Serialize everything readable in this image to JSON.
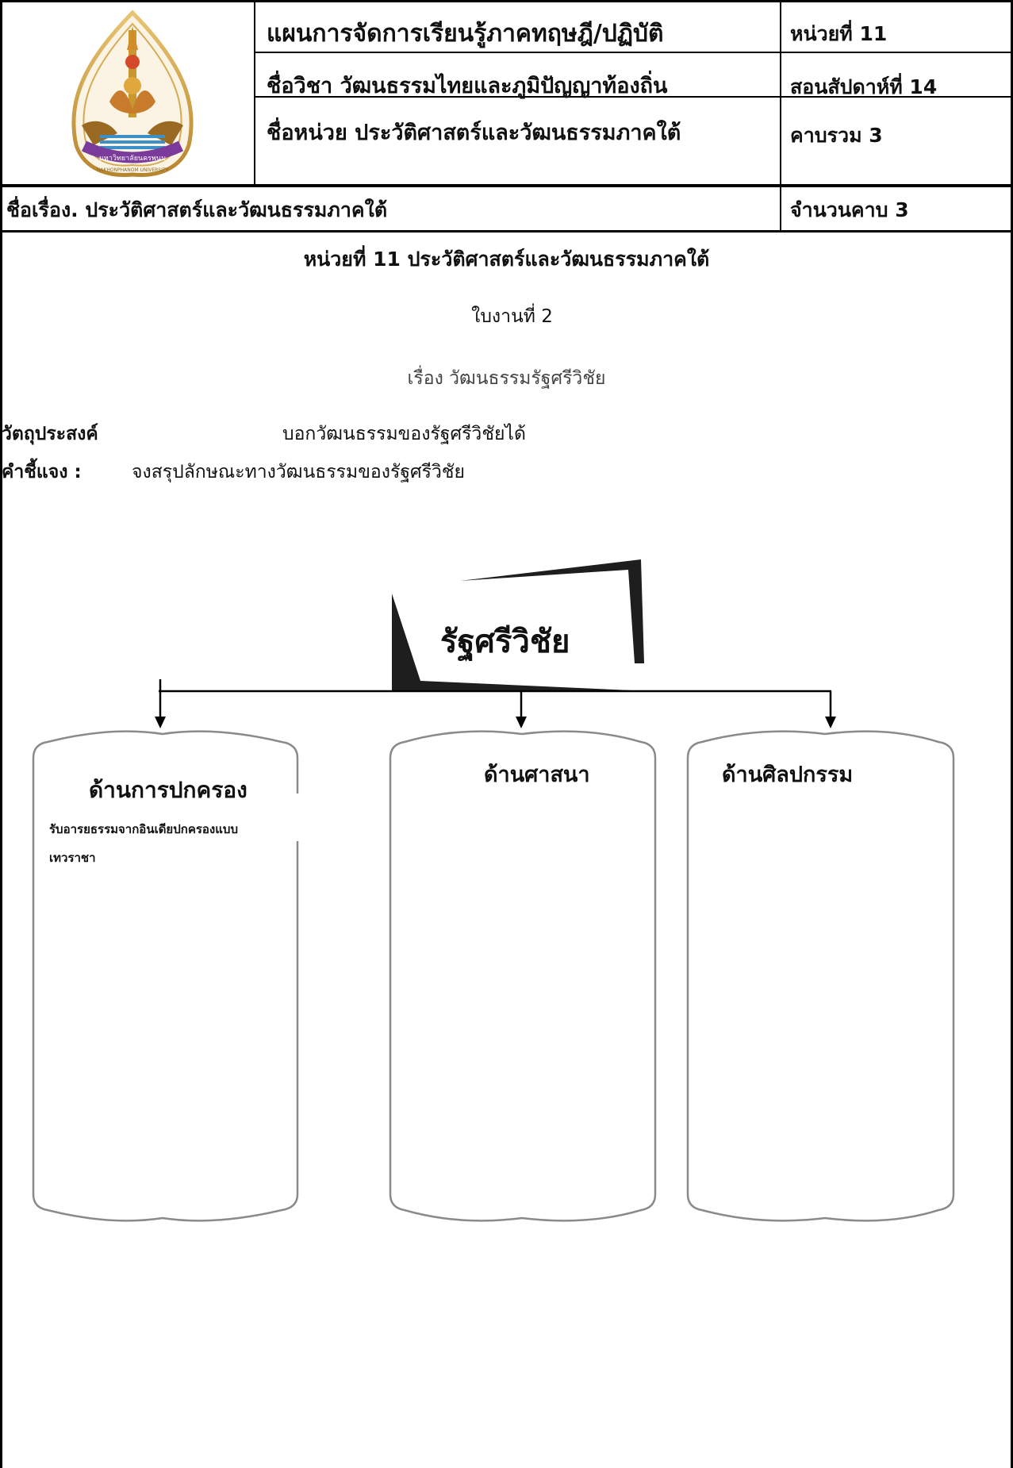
{
  "header": {
    "plan_title": "แผนการจัดการเรียนรู้ภาคทฤษฎี/ปฏิบัติ",
    "unit_no": "หน่วยที่ 11",
    "subject": "ชื่อวิชา  วัฒนธรรมไทยและภูมิปัญญาท้องถิ่น",
    "week": "สอนสัปดาห์ที่ 14",
    "unit_name": "ชื่อหน่วย ประวัติศาสตร์และวัฒนธรรมภาคใต้",
    "total_periods": "คาบรวม 3",
    "topic": "ชื่อเรื่อง. ประวัติศาสตร์และวัฒนธรรมภาคใต้",
    "period_count": "จำนวนคาบ 3"
  },
  "logo": {
    "arc_text": "มหาวิทยาลัยนครพนม",
    "english_text": "NAKHONPHANOM UNIVERSITY"
  },
  "worksheet": {
    "unit_heading": "หน่วยที่  11 ประวัติศาสตร์และวัฒนธรรมภาคใต้",
    "sheet_no": "ใบงานที่ 2",
    "subject_line": "เรื่อง  วัฒนธรรมรัฐศรีวิชัย",
    "objective_label": "วัตถุประสงค์",
    "objective_text": "บอกวัฒนธรรมของรัฐศรีวิชัยได้",
    "instruction_label": "คำชี้แจง :",
    "instruction_text": "จงสรุปลักษณะทางวัฒนธรรมของรัฐศรีวิชัย"
  },
  "diagram": {
    "center_title": "รัฐศรีวิชัย",
    "boxes": [
      {
        "title": "ด้านการปกครอง",
        "line1": "รับอารยธรรมจากอินเดียปกครองแบบ",
        "line2": "เทวราชา"
      },
      {
        "title": "ด้านศาสนา"
      },
      {
        "title": "ด้านศิลปกรรม"
      }
    ],
    "colors": {
      "box_stroke": "#8a8a8a",
      "arrow": "#000000",
      "frame_fill": "#1e1e1e"
    }
  }
}
